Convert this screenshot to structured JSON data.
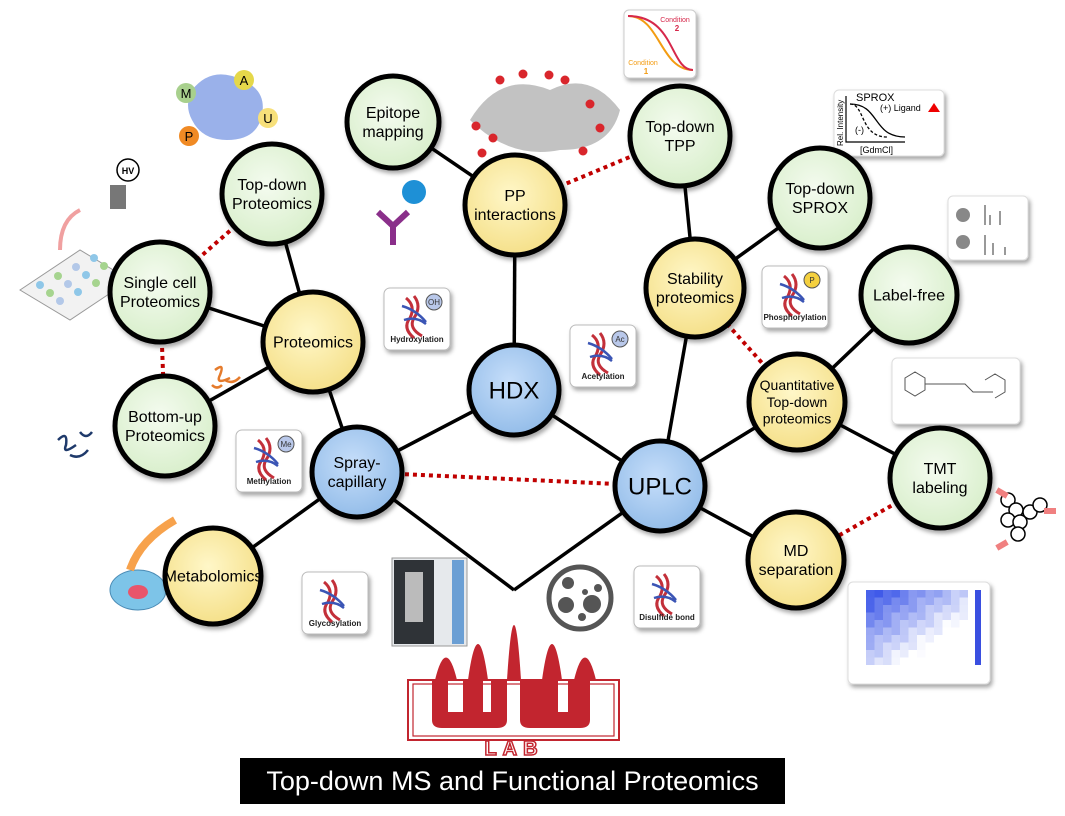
{
  "colors": {
    "green": "#e6f5dc",
    "yellow": "#fbeea2",
    "blue": "#a9cdf0",
    "red_dotted": "#c00000",
    "logo_red": "#c2252f"
  },
  "nodes": [
    {
      "id": "epitope",
      "lines": [
        "Epitope",
        "mapping"
      ],
      "kind": "green"
    },
    {
      "id": "pp",
      "lines": [
        "PP",
        "interactions"
      ],
      "kind": "yellow"
    },
    {
      "id": "tpp",
      "lines": [
        "Top-down",
        "TPP"
      ],
      "kind": "green"
    },
    {
      "id": "tdprot",
      "lines": [
        "Top-down",
        "Proteomics"
      ],
      "kind": "green"
    },
    {
      "id": "single",
      "lines": [
        "Single cell",
        "Proteomics"
      ],
      "kind": "green"
    },
    {
      "id": "prot",
      "lines": [
        "Proteomics"
      ],
      "kind": "yellow"
    },
    {
      "id": "bottom",
      "lines": [
        "Bottom-up",
        "Proteomics"
      ],
      "kind": "green"
    },
    {
      "id": "hdx",
      "lines": [
        "HDX"
      ],
      "kind": "blue"
    },
    {
      "id": "stab",
      "lines": [
        "Stability",
        "proteomics"
      ],
      "kind": "yellow"
    },
    {
      "id": "sprox",
      "lines": [
        "Top-down",
        "SPROX"
      ],
      "kind": "green"
    },
    {
      "id": "lf",
      "lines": [
        "Label-free"
      ],
      "kind": "green"
    },
    {
      "id": "quant",
      "lines": [
        "Quantitative",
        "Top-down",
        "proteomics"
      ],
      "kind": "yellow"
    },
    {
      "id": "tmt",
      "lines": [
        "TMT",
        "labeling"
      ],
      "kind": "green"
    },
    {
      "id": "spray",
      "lines": [
        "Spray-",
        "capillary"
      ],
      "kind": "blue"
    },
    {
      "id": "uplc",
      "lines": [
        "UPLC"
      ],
      "kind": "blue"
    },
    {
      "id": "metab",
      "lines": [
        "Metabolomics"
      ],
      "kind": "yellow"
    },
    {
      "id": "md",
      "lines": [
        "MD",
        "separation"
      ],
      "kind": "yellow"
    }
  ],
  "edges": [
    [
      "epitope",
      "pp"
    ],
    [
      "pp",
      "hdx"
    ],
    [
      "tpp",
      "stab"
    ],
    [
      "stab",
      "sprox"
    ],
    [
      "stab",
      "uplc"
    ],
    [
      "lf",
      "quant"
    ],
    [
      "quant",
      "uplc"
    ],
    [
      "quant",
      "tmt"
    ],
    [
      "uplc",
      "md"
    ],
    [
      "uplc",
      "hdx"
    ],
    [
      "hdx",
      "spray"
    ],
    [
      "spray",
      "prot"
    ],
    [
      "prot",
      "tdprot"
    ],
    [
      "prot",
      "single"
    ],
    [
      "prot",
      "bottom"
    ],
    [
      "spray",
      "metab"
    ],
    [
      "spray",
      "root"
    ],
    [
      "uplc",
      "root"
    ]
  ],
  "dotted_edges": [
    [
      "pp",
      "tpp"
    ],
    [
      "tdprot",
      "single"
    ],
    [
      "single",
      "bottom"
    ],
    [
      "spray",
      "uplc"
    ],
    [
      "stab",
      "quant"
    ],
    [
      "tmt",
      "md"
    ]
  ],
  "ptm_tiles": [
    {
      "id": "hydroxylation",
      "label": "Hydroxylation",
      "badge": "OH"
    },
    {
      "id": "acetylation",
      "label": "Acetylation",
      "badge": "Ac"
    },
    {
      "id": "methylation",
      "label": "Methylation",
      "badge": "Me"
    },
    {
      "id": "glycosylation",
      "label": "Glycosylation",
      "badge": ""
    },
    {
      "id": "phosphorylation",
      "label": "Phosphorylation",
      "badge": "P"
    },
    {
      "id": "disulfide",
      "label": "Disulfide bond",
      "badge": ""
    }
  ],
  "tpp_inset": {
    "condition2": "Condition",
    "condition2_num": "2",
    "condition1": "Condition",
    "condition1_num": "1"
  },
  "sprox_inset": {
    "title": "SPROX",
    "ligand": "(+) Ligand",
    "minus": "(-)",
    "ylabel": "Rel. Intensity",
    "xlabel": "[GdmCl]"
  },
  "protein_letters": [
    "M",
    "A",
    "U",
    "P"
  ],
  "hv_label": "HV",
  "logo": {
    "letters": "LAB"
  },
  "title": "Top-down MS and Functional Proteomics"
}
